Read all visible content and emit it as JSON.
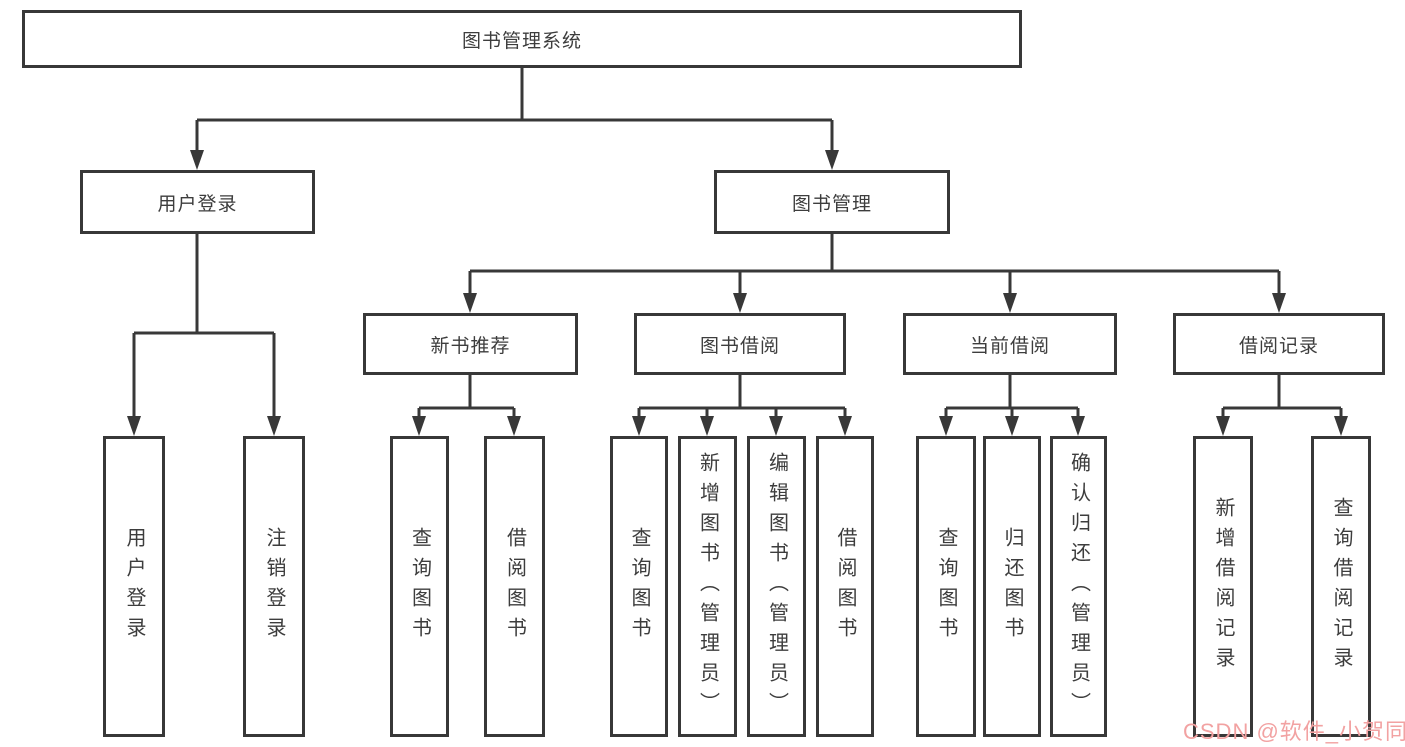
{
  "diagram_type": "tree",
  "tree": {
    "label": "图书管理系统",
    "children": [
      {
        "label": "用户登录",
        "children": [
          {
            "label": "用户登录"
          },
          {
            "label": "注销登录"
          }
        ]
      },
      {
        "label": "图书管理",
        "children": [
          {
            "label": "新书推荐",
            "children": [
              {
                "label": "查询图书"
              },
              {
                "label": "借阅图书"
              }
            ]
          },
          {
            "label": "图书借阅",
            "children": [
              {
                "label": "查询图书"
              },
              {
                "label": "新增图书（管理员）"
              },
              {
                "label": "编辑图书（管理员）"
              },
              {
                "label": "借阅图书"
              }
            ]
          },
          {
            "label": "当前借阅",
            "children": [
              {
                "label": "查询图书"
              },
              {
                "label": "归还图书"
              },
              {
                "label": "确认归还（管理员）"
              }
            ]
          },
          {
            "label": "借阅记录",
            "children": [
              {
                "label": "新增借阅记录"
              },
              {
                "label": "查询借阅记录"
              }
            ]
          }
        ]
      }
    ]
  },
  "watermark": {
    "text": "CSDN @软件_小贺同学",
    "color": "#f2a2a2"
  },
  "colors": {
    "line": "#383838",
    "text": "#3d3d3d",
    "background": "#ffffff"
  }
}
